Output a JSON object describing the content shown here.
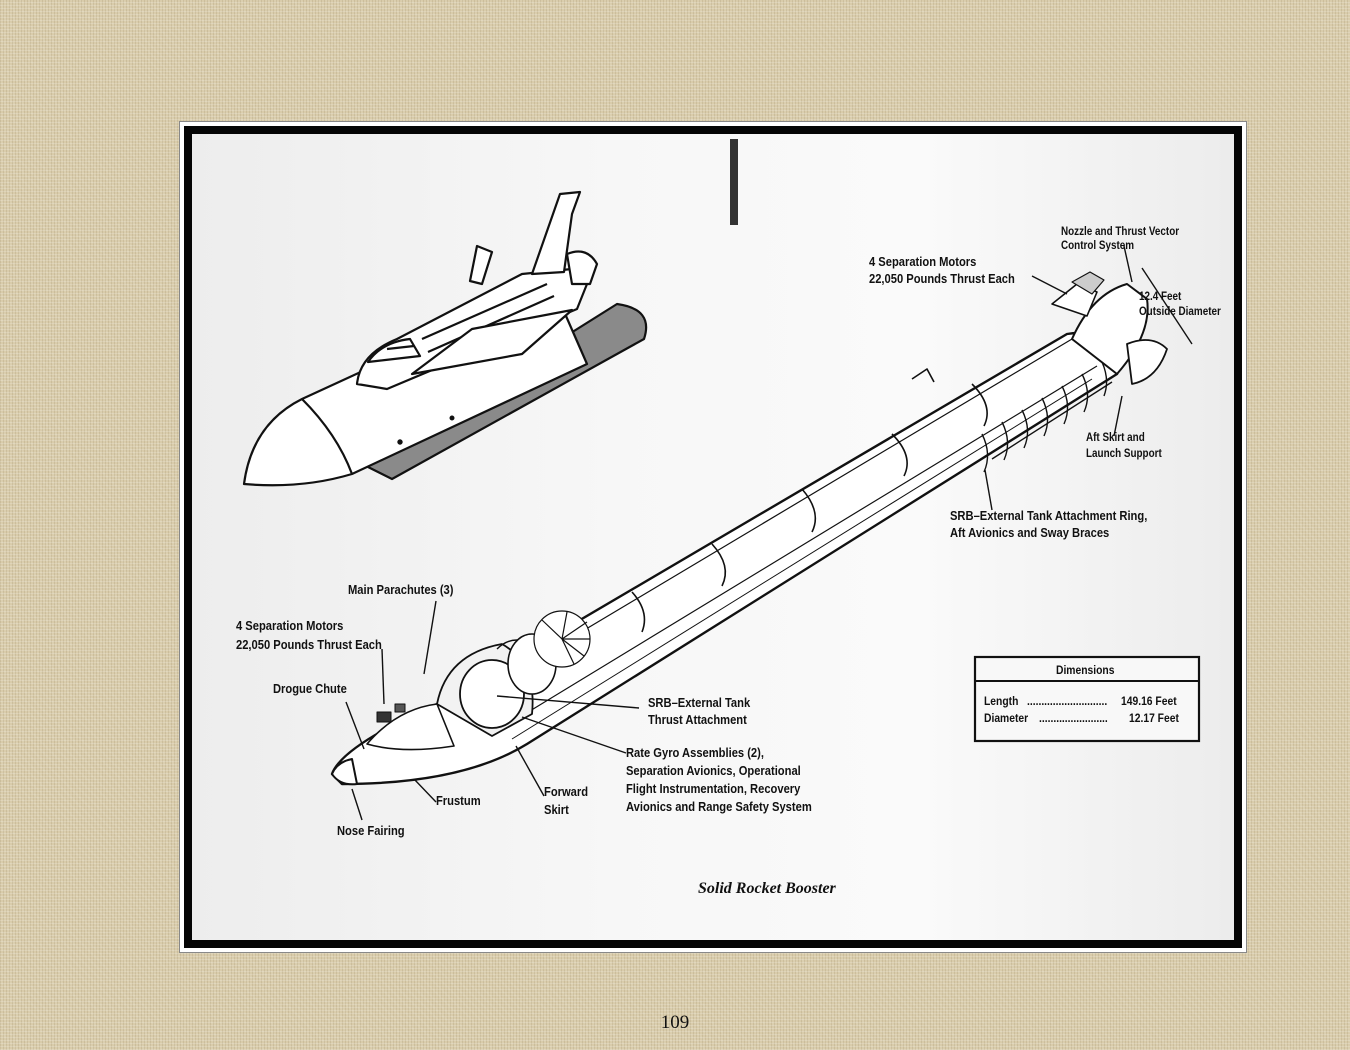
{
  "figure": {
    "caption": "Solid Rocket Booster",
    "labels": {
      "nozzle": [
        "Nozzle and Thrust Vector",
        "Control System"
      ],
      "aft_sep_motors": [
        "4 Separation Motors",
        "22,050 Pounds Thrust Each"
      ],
      "outside_diameter": [
        "12.4 Feet",
        "Outside Diameter"
      ],
      "aft_skirt": [
        "Aft Skirt and",
        "Launch Support"
      ],
      "attach_ring": [
        "SRB–External Tank Attachment Ring,",
        "Aft Avionics and Sway Braces"
      ],
      "main_parachutes": "Main Parachutes (3)",
      "fwd_sep_motors": [
        "4 Separation Motors",
        "22,050 Pounds Thrust Each"
      ],
      "drogue_chute": "Drogue Chute",
      "thrust_attachment": [
        "SRB–External Tank",
        "Thrust Attachment"
      ],
      "rate_gyro": [
        "Rate Gyro Assemblies (2),",
        "Separation Avionics, Operational",
        "Flight Instrumentation, Recovery",
        "Avionics and Range Safety System"
      ],
      "forward_skirt": [
        "Forward",
        "Skirt"
      ],
      "frustum": "Frustum",
      "nose_fairing": "Nose Fairing"
    },
    "dimensions": {
      "title": "Dimensions",
      "rows": [
        {
          "label": "Length",
          "dots": "............................",
          "value": "149.16 Feet"
        },
        {
          "label": "Diameter",
          "dots": "........................",
          "value": "12.17 Feet"
        }
      ]
    }
  },
  "page": {
    "number": "109"
  }
}
